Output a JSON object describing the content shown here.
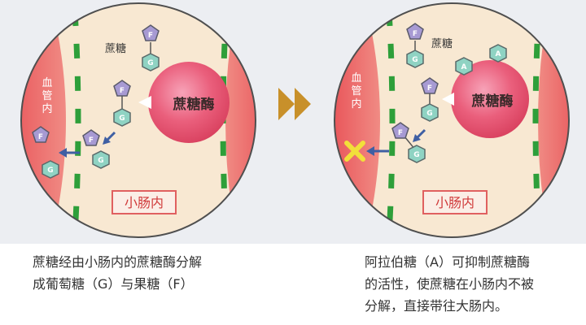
{
  "colors": {
    "background_band": "#eceef2",
    "circle_fill": "#f8e8d2",
    "circle_border": "#4f4f4f",
    "blood_vessel": "#ea5a5e",
    "wall_dash": "#2e9f3a",
    "enzyme": "#e6506e",
    "enzyme_label": "#3a2a2a",
    "arrow": "#3f5fa3",
    "forward_arrow": "#c8902a",
    "blocked_mark": "#f2df3a",
    "fructose_fill": "#a79ad3",
    "glucose_fill": "#8fd3c3",
    "arabinose_fill": "#8fd3c3"
  },
  "left_panel": {
    "sucrose_label": "蔗糖",
    "enzyme_label": "蔗糖酶",
    "blood_vessel_label": [
      "血",
      "管",
      "内"
    ],
    "small_intestine_label": "小肠内",
    "fructose_letter": "F",
    "glucose_letter": "G"
  },
  "right_panel": {
    "sucrose_label": "蔗糖",
    "enzyme_label": "蔗糖酶",
    "blood_vessel_label": [
      "血",
      "管",
      "内"
    ],
    "small_intestine_label": "小肠内",
    "fructose_letter": "F",
    "glucose_letter": "G",
    "arabinose_letter": "A"
  },
  "captions": {
    "left": [
      "蔗糖经由小肠内的蔗糖酶分解",
      "成葡萄糖（G）与果糖（F）"
    ],
    "right": [
      "阿拉伯糖（A）可抑制蔗糖酶",
      "的活性，使蔗糖在小肠内不被",
      "分解，直接带往大肠内。"
    ]
  }
}
